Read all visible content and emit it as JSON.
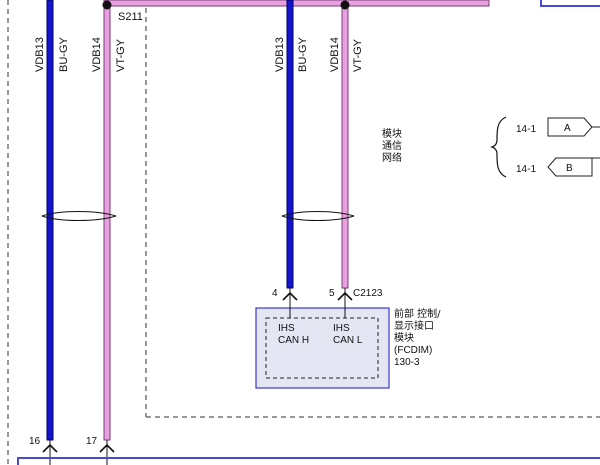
{
  "colors": {
    "wire_blue": "#1414cc",
    "wire_blue_edge": "#000066",
    "wire_pink": "#e8a0e0",
    "wire_pink_edge": "#7a3d78",
    "module_fill": "#e4e7f3",
    "module_border": "#3a3ad0",
    "frame_blue": "#4a4ad8",
    "dashed": "#333333"
  },
  "wires": {
    "left_blue": {
      "code": "VDB13",
      "color": "BU-GY"
    },
    "left_pink": {
      "code": "VDB14",
      "color": "VT-GY"
    },
    "mid_blue": {
      "code": "VDB13",
      "color": "BU-GY"
    },
    "mid_pink": {
      "code": "VDB14",
      "color": "VT-GY"
    }
  },
  "splice": {
    "label": "S211"
  },
  "network_label": {
    "line1": "模块",
    "line2": "通信",
    "line3": "网络"
  },
  "refs": [
    {
      "num": "14-1",
      "letter": "A"
    },
    {
      "num": "14-1",
      "letter": "B"
    }
  ],
  "connector": {
    "name": "C2123",
    "pin_h": "4",
    "pin_l": "5"
  },
  "module": {
    "pin_h_line1": "IHS",
    "pin_h_line2": "CAN H",
    "pin_l_line1": "IHS",
    "pin_l_line2": "CAN L",
    "name_line1": "前部 控制/",
    "name_line2": "显示接口",
    "name_line3": "模块",
    "name_line4": "(FCDIM)",
    "name_line5": "130-3"
  },
  "bottom_pins": {
    "left_blue": "16",
    "left_pink": "17"
  }
}
